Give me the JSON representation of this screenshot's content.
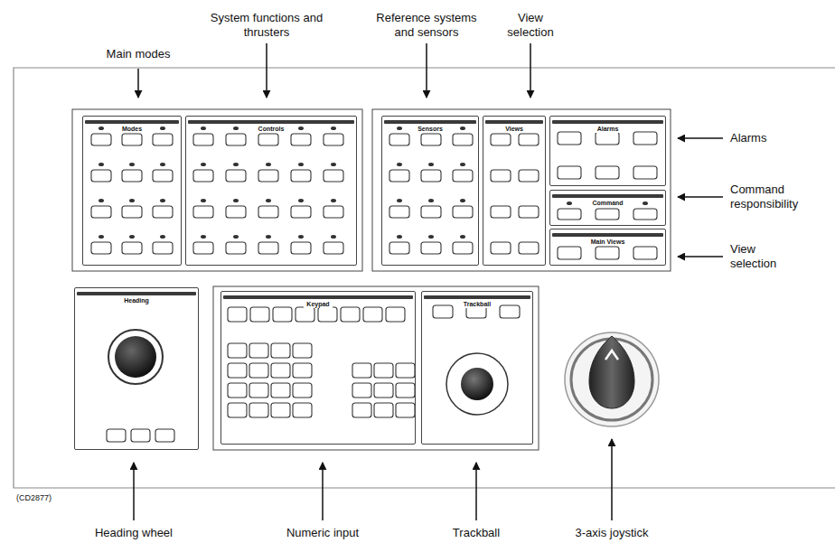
{
  "diagram": {
    "nodes": [
      {
        "text": [
          "Modes"
        ]
      },
      {
        "text": [
          "Controls"
        ]
      },
      {
        "text": [
          "Sensors"
        ]
      },
      {
        "text": [
          "Views"
        ]
      },
      {
        "text": [
          "Alarms"
        ]
      },
      {
        "text": [
          "Command"
        ]
      },
      {
        "text": [
          "Main Views"
        ]
      },
      {
        "text": [
          "Heading"
        ]
      },
      {
        "text": [
          "Keypad"
        ]
      },
      {
        "text": [
          "Trackball"
        ]
      }
    ],
    "labels": [
      "Main modes",
      "System functions and thrusters",
      "Reference systems and sensors",
      "View selection",
      "Alarms",
      "Command responsibility",
      "View selection",
      "Heading wheel",
      "Numeric input",
      "Trackball",
      "3-axis joystick",
      "(CD2877)"
    ]
  }
}
